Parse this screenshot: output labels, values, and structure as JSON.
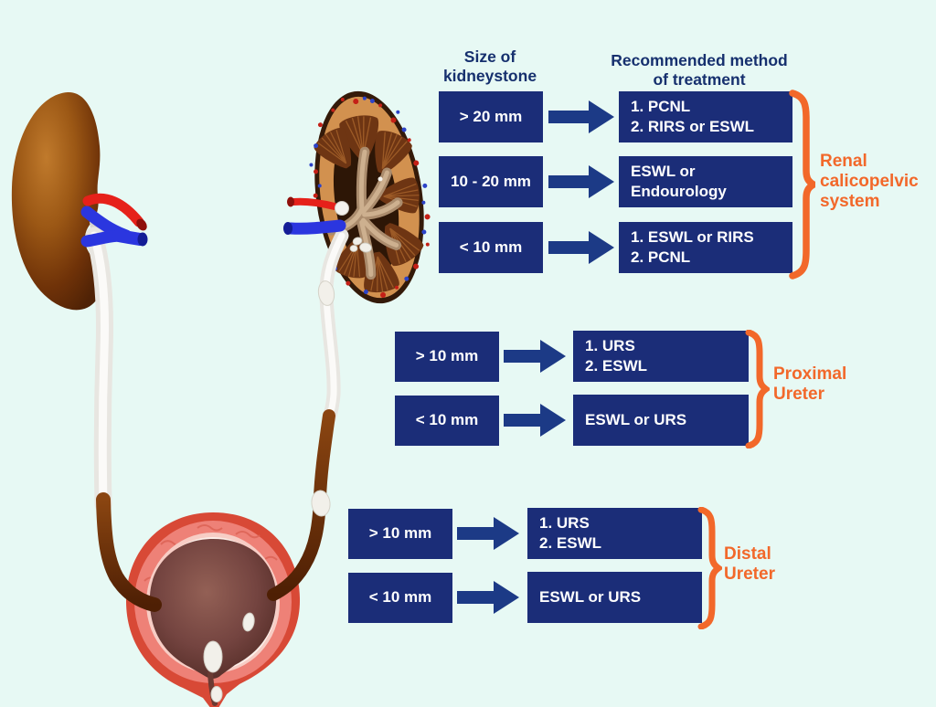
{
  "colors": {
    "background": "#e7f9f4",
    "box_navy": "#1b2d78",
    "arrow_navy": "#1c3a86",
    "header_navy": "#16306e",
    "accent_orange": "#f2682a",
    "box_text": "#ffffff"
  },
  "headers": {
    "size_column": "Size of\nkidneystone",
    "treatment_column": "Recommended method\nof treatment"
  },
  "sections": [
    {
      "name": "renal-calicopelvic-system",
      "label": "Renal\ncalicopelvic\nsystem",
      "rows": [
        {
          "size": "> 20 mm",
          "treatment": "1. PCNL\n2. RIRS or ESWL"
        },
        {
          "size": "10 - 20 mm",
          "treatment": "ESWL or\nEndourology"
        },
        {
          "size": "< 10 mm",
          "treatment": "1. ESWL or RIRS\n2. PCNL"
        }
      ]
    },
    {
      "name": "proximal-ureter",
      "label": "Proximal\nUreter",
      "rows": [
        {
          "size": "> 10 mm",
          "treatment": "1. URS\n2. ESWL"
        },
        {
          "size": "< 10 mm",
          "treatment": "ESWL or URS"
        }
      ]
    },
    {
      "name": "distal-ureter",
      "label": "Distal\nUreter",
      "rows": [
        {
          "size": "> 10 mm",
          "treatment": "1. URS\n2. ESWL"
        },
        {
          "size": "< 10 mm",
          "treatment": "ESWL or URS"
        }
      ]
    }
  ],
  "illustration": {
    "parts": [
      "whole-kidney",
      "kidney-cross-section",
      "ureter-with-stones",
      "bladder-with-stones"
    ]
  }
}
